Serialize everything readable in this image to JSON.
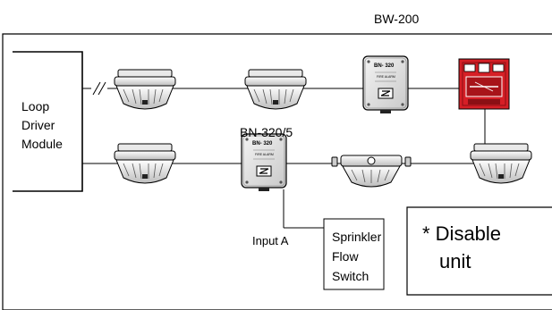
{
  "diagram": {
    "title": "BW-200",
    "loop_driver_label": [
      "Loop",
      "Driver",
      "Module"
    ],
    "module_label": "BN-320/5",
    "device_text": "BN- 320",
    "device_subtext": "FIRE ALARM",
    "input_label": "Input A",
    "sprinkler_label": [
      "Sprinkler",
      "Flow",
      "Switch"
    ],
    "disable_label": [
      "* Disable",
      "unit"
    ],
    "colors": {
      "line": "#000000",
      "call_point_red": "#d61f26",
      "detector_body": "#f2f2f2",
      "module_body": "#e6e6e6"
    },
    "icons": [
      "smoke-detector-icon",
      "interface-module-icon",
      "manual-call-point-icon",
      "break-symbol-icon"
    ]
  }
}
